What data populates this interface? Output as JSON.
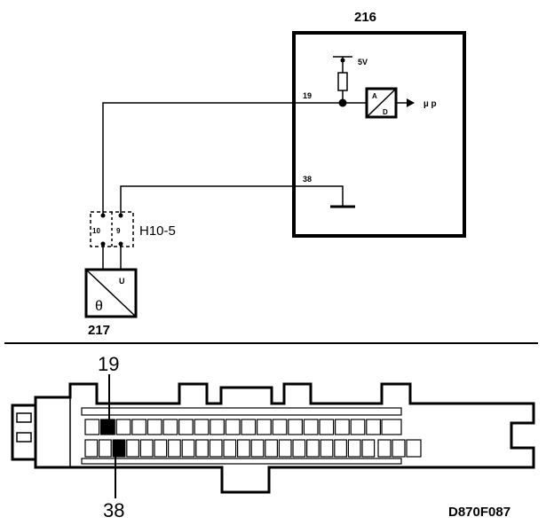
{
  "schematic": {
    "ecu_id": "216",
    "sensor_id": "217",
    "connector_label": "H10-5",
    "connector_pin_left": "10",
    "connector_pin_right": "9",
    "supply_label": "5V",
    "pin_signal": "19",
    "pin_ground": "38",
    "converter_top": "A",
    "converter_bottom": "D",
    "output_label": "µ p",
    "sensor_theta": "θ",
    "sensor_u": "U"
  },
  "connector_view": {
    "pin_top_label": "19",
    "pin_bottom_label": "38"
  },
  "figure_code": "D870F087",
  "colors": {
    "line": "#000000",
    "background": "#ffffff"
  }
}
